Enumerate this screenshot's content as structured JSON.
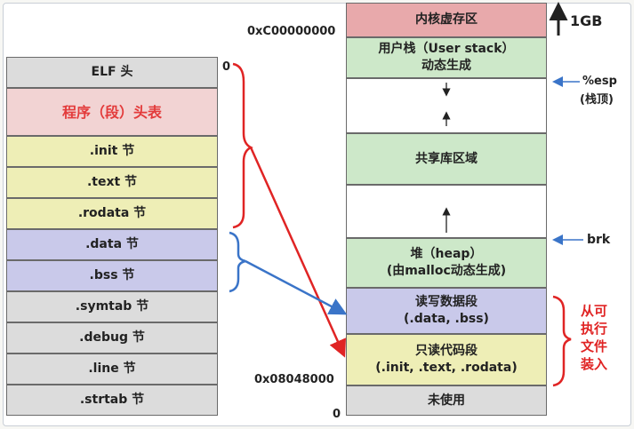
{
  "elf_sections": [
    {
      "label": "ELF 头"
    },
    {
      "label": "程序（段）头表"
    },
    {
      "label": ".init 节"
    },
    {
      "label": ".text 节"
    },
    {
      "label": ".rodata 节"
    },
    {
      "label": ".data 节"
    },
    {
      "label": ".bss 节"
    },
    {
      "label": ".symtab 节"
    },
    {
      "label": ".debug 节"
    },
    {
      "label": ".line 节"
    },
    {
      "label": ".strtab 节"
    }
  ],
  "memory_regions": [
    {
      "label": "内核虚存区"
    },
    {
      "label": "用户栈（User stack）\n动态生成"
    },
    {
      "label": ""
    },
    {
      "label": "共享库区域"
    },
    {
      "label": ""
    },
    {
      "label": "堆（heap）\n(由malloc动态生成)"
    },
    {
      "label": "读写数据段\n(.data, .bss)"
    },
    {
      "label": "只读代码段\n(.init, .text, .rodata)"
    },
    {
      "label": "未使用"
    }
  ],
  "addresses": {
    "kernel_start": "0xC00000000",
    "code_start": "0x08048000",
    "zero_right": "0",
    "zero_left": "0"
  },
  "annotations": {
    "size_label": "1GB",
    "esp_label": "%esp",
    "esp_note": "(栈顶)",
    "brk_label": "brk",
    "load_note": "从可\n执行\n文件\n装入"
  },
  "colors": {
    "red": "#e02424",
    "blue": "#3a74c8",
    "dark": "#222222"
  }
}
